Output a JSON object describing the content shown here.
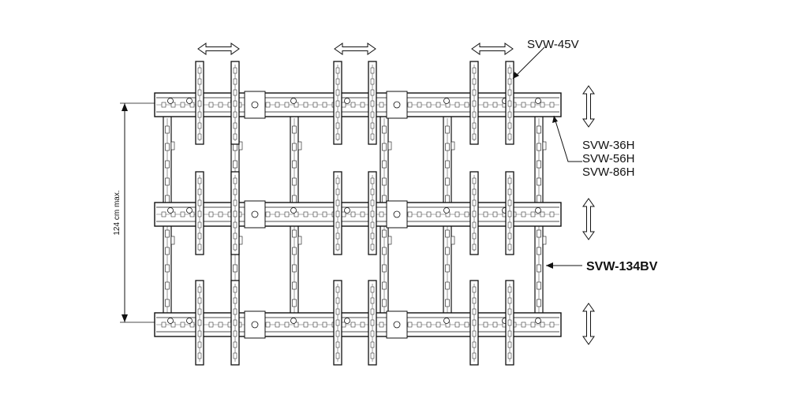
{
  "labels": {
    "vertical_rail": "SVW-45V",
    "horizontal_rails": [
      "SVW-36H",
      "SVW-56H",
      "SVW-86H"
    ],
    "back_rail": "SVW-134BV",
    "max_dimension": "124 cm max."
  },
  "colors": {
    "line": "#111111",
    "fill": "#ffffff",
    "detail": "#555555",
    "background": "#ffffff"
  }
}
